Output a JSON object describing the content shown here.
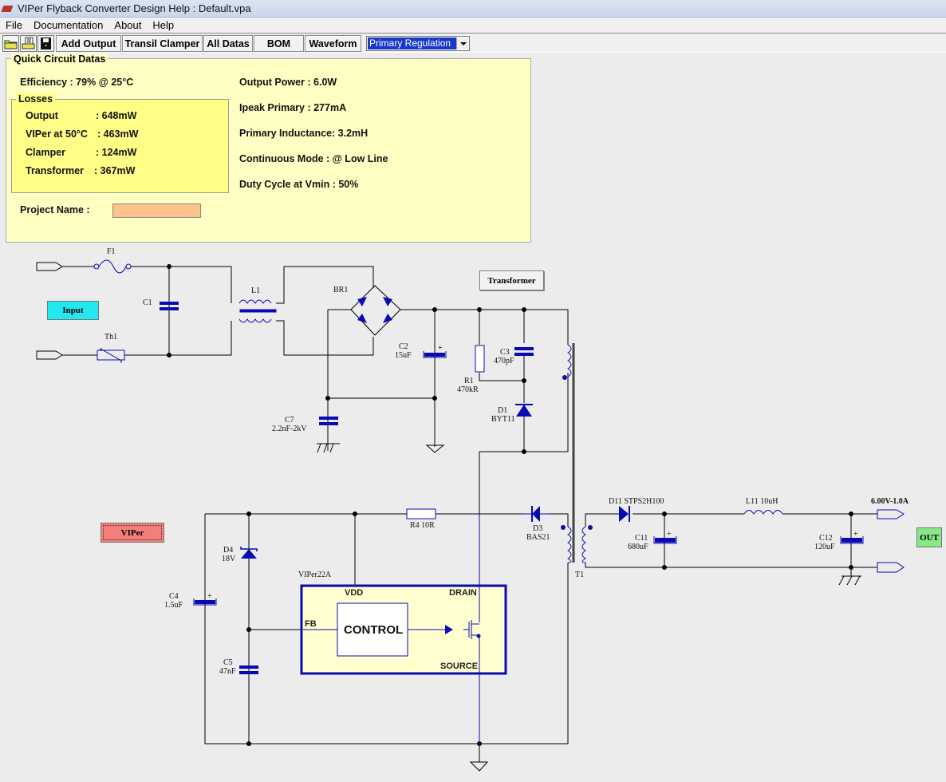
{
  "window": {
    "title": "VIPer Flyback Converter Design Help :  Default.vpa"
  },
  "menu": [
    "File",
    "Documentation",
    "About",
    "Help"
  ],
  "toolbar": {
    "icons": [
      "open-folder-icon",
      "print-icon",
      "save-disk-icon"
    ],
    "buttons": [
      "Add Output",
      "Transil Clamper",
      "All Datas",
      "BOM",
      "Waveform"
    ],
    "regulation_select": "Primary Regulation"
  },
  "quick": {
    "title": "Quick Circuit Datas",
    "efficiency": "Efficiency : 79% @ 25°C",
    "losses_title": "Losses",
    "losses": [
      {
        "label": "Output",
        "value": ": 648mW"
      },
      {
        "label": "VIPer at 50°C",
        "value": ": 463mW"
      },
      {
        "label": "Clamper",
        "value": ": 124mW"
      },
      {
        "label": "Transformer",
        "value": ": 367mW"
      }
    ],
    "right": [
      "Output Power : 6.0W",
      "Ipeak Primary : 277mA",
      "Primary Inductance: 3.2mH",
      "Continuous Mode : @ Low Line",
      "Duty Cycle at Vmin : 50%"
    ],
    "project_label": "Project Name :",
    "project_value": ""
  },
  "schematic": {
    "buttons": {
      "input": "Input",
      "transformer": "Transformer",
      "viper": "VIPer",
      "out": "OUT"
    },
    "colors": {
      "input_btn": "#22e8f0",
      "viper_btn": "#f47e7a",
      "out_btn": "#86e986",
      "component": "#0a0ab4",
      "chip_fill": "#ffffd0"
    },
    "labels": {
      "F1": "F1",
      "C1": "C1",
      "Th1": "Th1",
      "L1": "L1",
      "BR1": "BR1",
      "C2": "C2",
      "C2v": "15uF",
      "C7": "C7",
      "C7v": "2.2nF-2kV",
      "R1": "R1",
      "R1v": "470kR",
      "C3": "C3",
      "C3v": "470pF",
      "D1": "D1",
      "D1v": "BYT11",
      "D3": "D3",
      "D3v": "BAS21",
      "T1": "T1",
      "D11": "D11  STPS2H100",
      "L11": "L11 10uH",
      "C11": "C11",
      "C11v": "680uF",
      "C12": "C12",
      "C12v": "120uF",
      "out_rating": "6.00V-1.0A",
      "R4": "R4 10R",
      "D4": "D4",
      "D4v": "18V",
      "C4": "C4",
      "C4v": "1.5uF",
      "C5": "C5",
      "C5v": "47nF",
      "chip_name": "VIPer22A",
      "pin_vdd": "VDD",
      "pin_drain": "DRAIN",
      "pin_fb": "FB",
      "pin_source": "SOURCE",
      "control": "CONTROL"
    }
  }
}
